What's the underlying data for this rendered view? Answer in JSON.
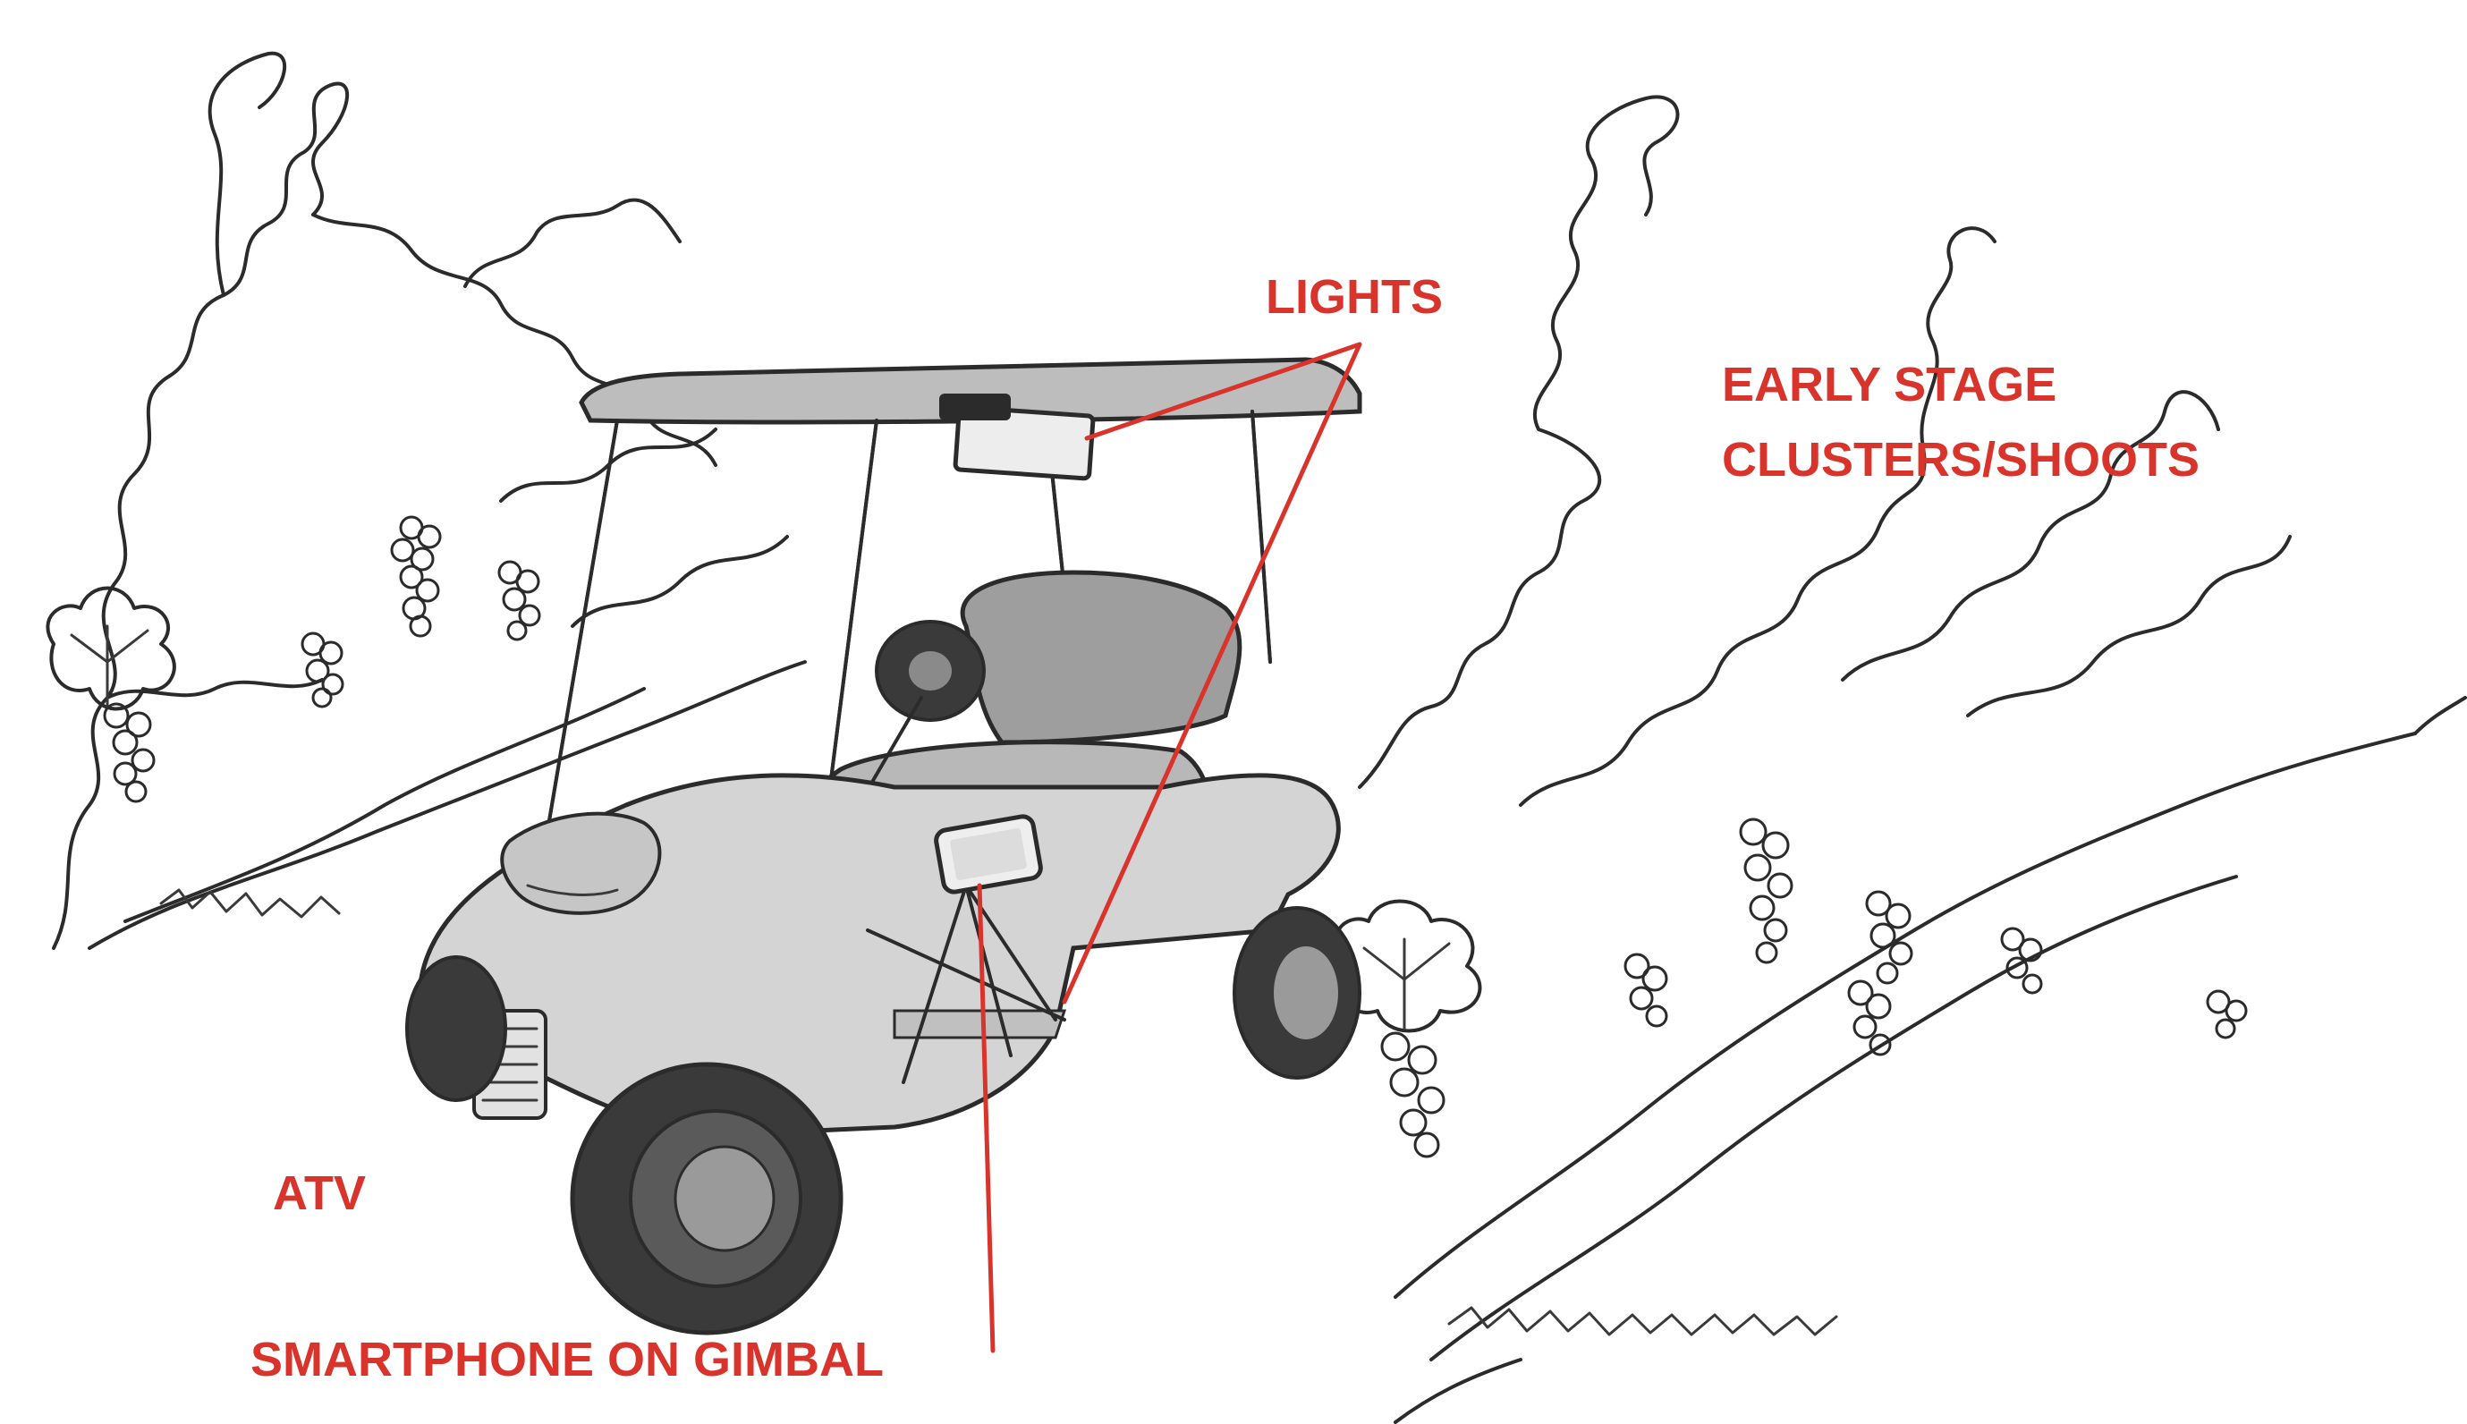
{
  "labels": {
    "lights": "LIGHTS",
    "early_stage_line1": "EARLY STAGE",
    "early_stage_line2": "CLUSTERS/SHOOTS",
    "atv": "ATV",
    "smartphone": "SMARTPHONE ON GIMBAL"
  },
  "colors": {
    "annotation": "#d9342b",
    "ink": "#2b2b2b",
    "cart_body": "#d4d4d4",
    "cart_roof": "#bdbdbd",
    "tire": "#3a3a3a",
    "hub": "#9a9a9a",
    "seat": "#9e9e9e"
  }
}
